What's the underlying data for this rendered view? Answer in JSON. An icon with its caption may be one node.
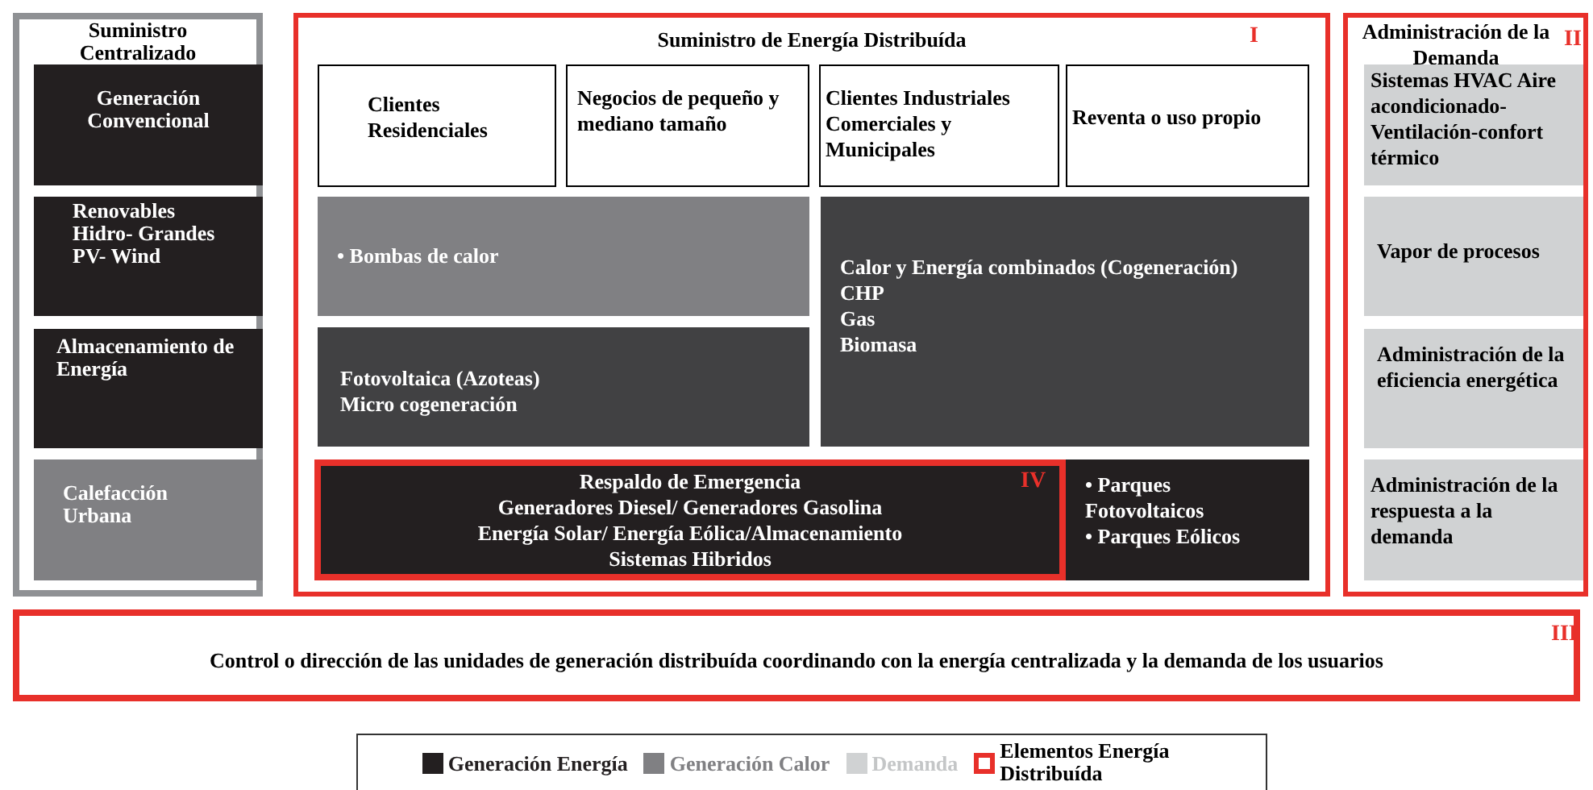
{
  "diagram": {
    "nodes": [
      {
        "text": [
          "Suministro Centralizado"
        ]
      },
      {
        "text": [
          "Generación Convencional"
        ],
        "in": 0
      },
      {
        "text": [
          "Renovables Hidro- Grandes PV- Wind"
        ],
        "in": 0
      },
      {
        "text": [
          "Almacenamiento de Energía"
        ],
        "in": 0
      },
      {
        "text": [
          "Calefacción Urbana"
        ],
        "in": 0
      },
      {
        "text": [
          "Suministro de Energía Distribuída"
        ],
        "beside": [
          "I"
        ]
      },
      {
        "text": [
          "Clientes Residenciales"
        ],
        "in": 5
      },
      {
        "text": [
          "Negocios de pequeño y mediano tamaño"
        ],
        "in": 5
      },
      {
        "text": [
          "Clientes Industriales Comerciales y Municipales"
        ],
        "in": 5
      },
      {
        "text": [
          "Reventa o uso propio"
        ],
        "in": 5
      },
      {
        "text": [
          "• Bombas de calor"
        ],
        "in": 5
      },
      {
        "text": [
          "Calor y Energía combinados (Cogeneración)",
          "CHP",
          "Gas",
          "Biomasa"
        ],
        "in": 5
      },
      {
        "text": [
          "Fotovoltaica (Azoteas)",
          "Micro cogeneración"
        ],
        "in": 5
      },
      {
        "text": [
          "Respaldo de Emergencia",
          "Generadores Diesel/ Generadores Gasolina",
          "Energía Solar/ Energía Eólica/Almacenamiento",
          "Sistemas Hibridos",
          "IV"
        ],
        "in": 5
      },
      {
        "text": [
          "• Parques Fotovoltaicos",
          "• Parques Eólicos"
        ],
        "in": 5
      },
      {
        "text": [
          "Administración de la Demanda"
        ],
        "beside": [
          "II"
        ]
      },
      {
        "text": [
          "Sistemas HVAC Aire acondicionado-Ventilación-confort térmico"
        ],
        "in": 15
      },
      {
        "text": [
          "Vapor de procesos"
        ],
        "in": 15
      },
      {
        "text": [
          "Administración de la eficiencia energética"
        ],
        "in": 15
      },
      {
        "text": [
          "Administración de la respuesta a la demanda"
        ],
        "in": 15
      },
      {
        "text": [
          "Control o dirección de las unidades de generación distribuída coordinando con la energía centralizada y la demanda de los usuarios",
          "III"
        ]
      }
    ],
    "edges": [],
    "legend": [
      {
        "text": "Generación Energía",
        "color": "#231f20"
      },
      {
        "text": "Generación Calor",
        "color": "#808083"
      },
      {
        "text": "Demanda",
        "color": "#d0d2d3"
      },
      {
        "text": "Elementos Energía Distribuída"
      }
    ]
  }
}
